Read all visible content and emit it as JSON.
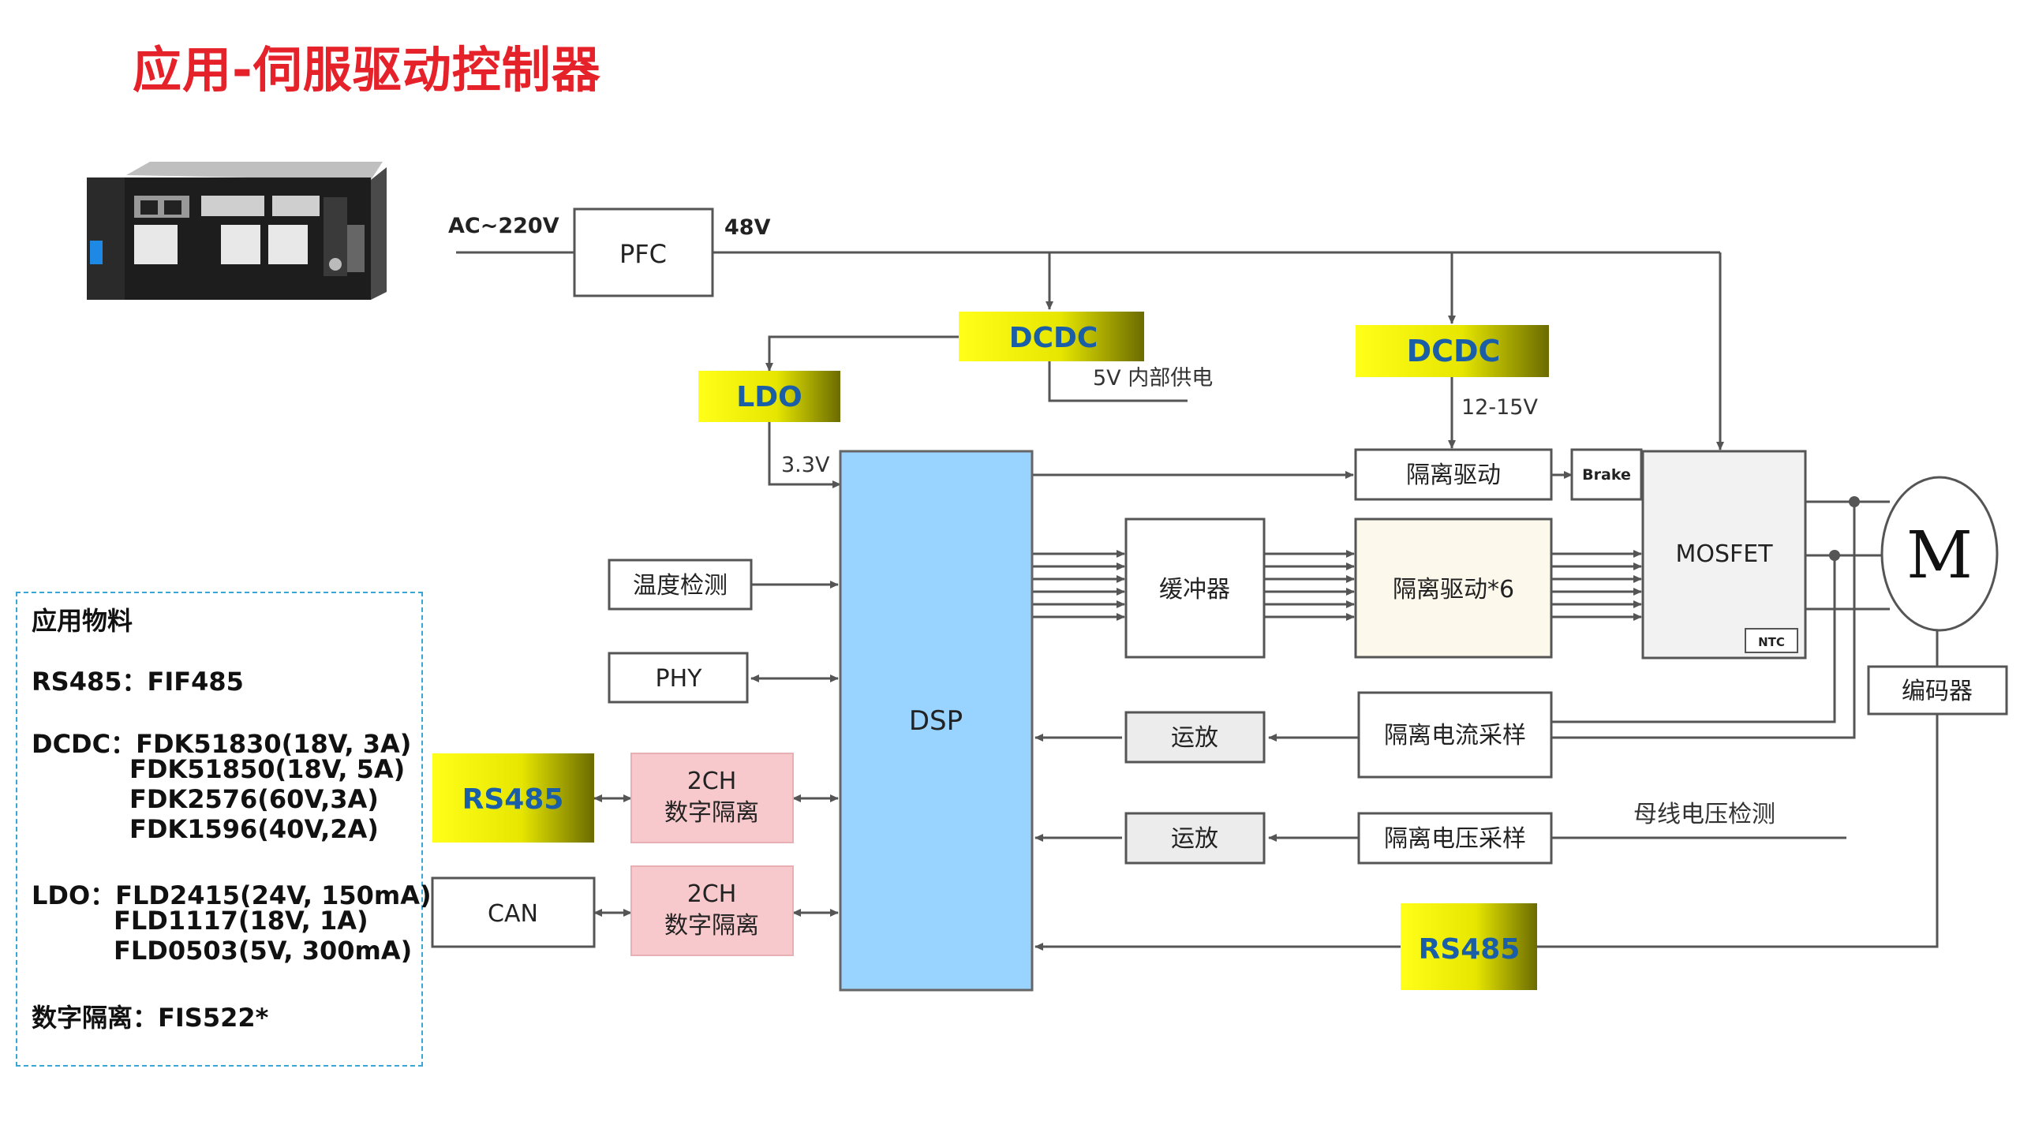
{
  "title": "应用-伺服驱动控制器",
  "colors": {
    "title": "#e5212a",
    "yellow_gradient_start": "#ffff1a",
    "yellow_gradient_end": "#6b6b00",
    "dsp_fill": "#99d3ff",
    "isolation_fill": "#f8c9cc",
    "line": "#555555",
    "dashed_border": "#3aa6d6"
  },
  "device_image": "servo-drive-photo",
  "diagram": {
    "ac_input": "AC~220V",
    "pfc": "PFC",
    "bus_48v": "48V",
    "dcdc_1": "DCDC",
    "dcdc_2": "DCDC",
    "ldo": "LDO",
    "internal_supply": "5V 内部供电",
    "voltage_12_15": "12-15V",
    "voltage_3_3": "3.3V",
    "dsp": "DSP",
    "temp_detect": "温度检测",
    "phy": "PHY",
    "rs485_left": "RS485",
    "can": "CAN",
    "iso_2ch_1": {
      "line1": "2CH",
      "line2": "数字隔离"
    },
    "iso_2ch_2": {
      "line1": "2CH",
      "line2": "数字隔离"
    },
    "iso_drive": "隔离驱动",
    "brake": "Brake",
    "buffer": "缓冲器",
    "iso_drive_6": "隔离驱动*6",
    "mosfet": "MOSFET",
    "ntc": "NTC",
    "motor": "M",
    "encoder": "编码器",
    "opamp_1": "运放",
    "opamp_2": "运放",
    "iso_current": "隔离电流采样",
    "iso_voltage": "隔离电压采样",
    "bus_voltage_detect": "母线电压检测",
    "rs485_bottom": "RS485"
  },
  "materials": {
    "heading": "应用物料",
    "rs485": "RS485：FIF485",
    "dcdc_1": "DCDC：FDK51830(18V, 3A)",
    "dcdc_2": "FDK51850(18V, 5A)",
    "dcdc_3": "FDK2576(60V,3A)",
    "dcdc_4": "FDK1596(40V,2A)",
    "ldo_1": "LDO：FLD2415(24V, 150mA)",
    "ldo_2": "FLD1117(18V, 1A)",
    "ldo_3": "FLD0503(5V, 300mA)",
    "iso": "数字隔离：FIS522*"
  }
}
